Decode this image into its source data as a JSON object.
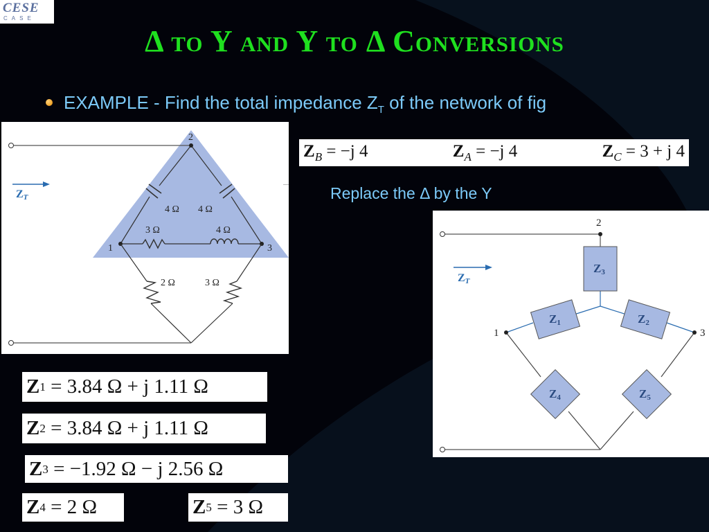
{
  "logo": {
    "main": "CESE",
    "sub": "CASE"
  },
  "title": "Δ to Y and Y to Δ Conversions",
  "bullet": {
    "pre": "EXAMPLE - Find the total impedance Z",
    "sub": "T",
    "post": " of the network of fig"
  },
  "top_equations": {
    "zb": {
      "sym": "Z",
      "sub": "B",
      "rhs": "= −j 4"
    },
    "za": {
      "sym": "Z",
      "sub": "A",
      "rhs": "= −j 4"
    },
    "zc": {
      "sym": "Z",
      "sub": "C",
      "rhs": "= 3 + j 4"
    }
  },
  "replace_text": "Replace the Δ by the Y",
  "left_circuit": {
    "zt": "Z",
    "zt_sub": "T",
    "nodes": {
      "n1": "1",
      "n2": "2",
      "n3": "3"
    },
    "labels": {
      "c_left": "4 Ω",
      "c_right": "4 Ω",
      "r_top": "3 Ω",
      "l_top": "4 Ω",
      "r_bl": "2 Ω",
      "r_br": "3 Ω"
    }
  },
  "right_circuit": {
    "zt": "Z",
    "zt_sub": "T",
    "nodes": {
      "n1": "1",
      "n2": "2",
      "n3": "3"
    },
    "boxes": {
      "z1": "Z",
      "z2": "Z",
      "z3": "Z",
      "z4": "Z",
      "z5": "Z"
    },
    "subs": {
      "z1": "1",
      "z2": "2",
      "z3": "3",
      "z4": "4",
      "z5": "5"
    }
  },
  "results": [
    {
      "sym": "Z",
      "sub": "1",
      "rhs": "= 3.84 Ω + j 1.11 Ω"
    },
    {
      "sym": "Z",
      "sub": "2",
      "rhs": "= 3.84 Ω + j 1.11 Ω"
    },
    {
      "sym": "Z",
      "sub": "3",
      "rhs": "= −1.92 Ω − j 2.56 Ω"
    },
    {
      "sym": "Z",
      "sub": "4",
      "rhs": "= 2 Ω"
    },
    {
      "sym": "Z",
      "sub": "5",
      "rhs": "= 3 Ω"
    }
  ],
  "colors": {
    "title": "#1fe01f",
    "text": "#7ccaf8",
    "delta_fill": "#a7b9e2",
    "box_fill": "#a7b9e2",
    "zt": "#2a6cb0"
  }
}
